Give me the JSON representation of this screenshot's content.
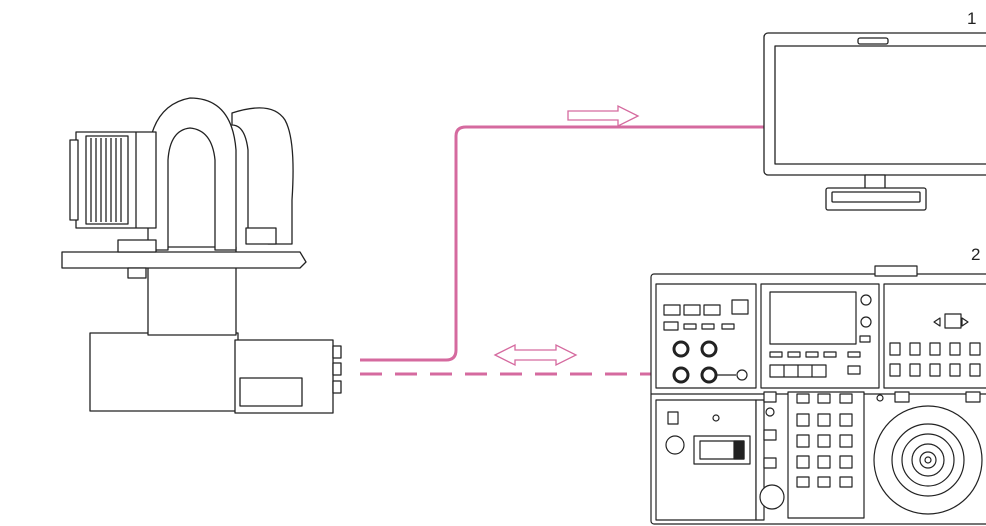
{
  "diagram": {
    "callouts": [
      {
        "number": "1",
        "device": "monitor"
      },
      {
        "number": "2",
        "device": "remote-controller"
      }
    ],
    "connections": [
      {
        "from": "camera",
        "to": "monitor",
        "style": "solid",
        "direction": "one-way"
      },
      {
        "from": "camera",
        "to": "remote-controller",
        "style": "dashed",
        "direction": "two-way"
      }
    ]
  },
  "colors": {
    "line": "#222222",
    "cable": "#d56a9f",
    "background": "#ffffff"
  }
}
